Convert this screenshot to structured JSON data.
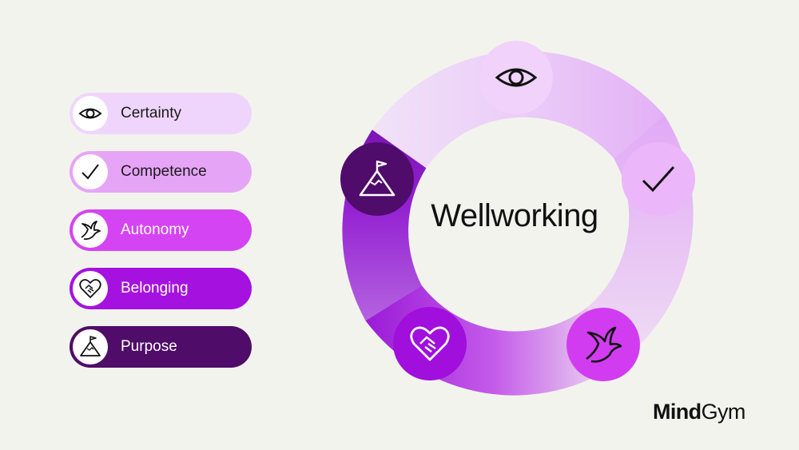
{
  "legend": {
    "items": [
      {
        "label": "Certainty",
        "icon": "eye-icon",
        "color": "#efd5fb"
      },
      {
        "label": "Competence",
        "icon": "checkmark-icon",
        "color": "#e6a4f7"
      },
      {
        "label": "Autonomy",
        "icon": "bird-icon",
        "color": "#d544f2"
      },
      {
        "label": "Belonging",
        "icon": "heart-handshake-icon",
        "color": "#a512e0"
      },
      {
        "label": "Purpose",
        "icon": "mountain-flag-icon",
        "color": "#4f0c69"
      }
    ]
  },
  "wheel": {
    "center_label": "Wellworking",
    "nodes": [
      "eye-icon",
      "checkmark-icon",
      "bird-icon",
      "heart-handshake-icon",
      "mountain-flag-icon"
    ]
  },
  "brand": {
    "logo_bold": "Mind",
    "logo_regular": "Gym"
  }
}
